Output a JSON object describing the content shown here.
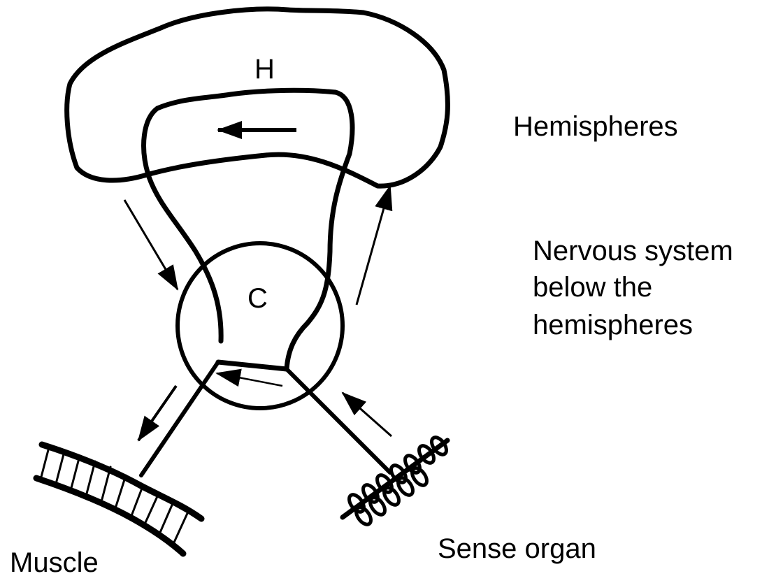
{
  "diagram": {
    "labels": {
      "hemispheres_region": "H",
      "lower_system_region": "C",
      "hemispheres": "Hemispheres",
      "nervous_system_line1": "Nervous system",
      "nervous_system_line2": "below the",
      "nervous_system_line3": "hemispheres",
      "muscle": "Muscle",
      "sense_organ": "Sense organ"
    },
    "colors": {
      "stroke": "#000000",
      "background": "#ffffff"
    }
  }
}
